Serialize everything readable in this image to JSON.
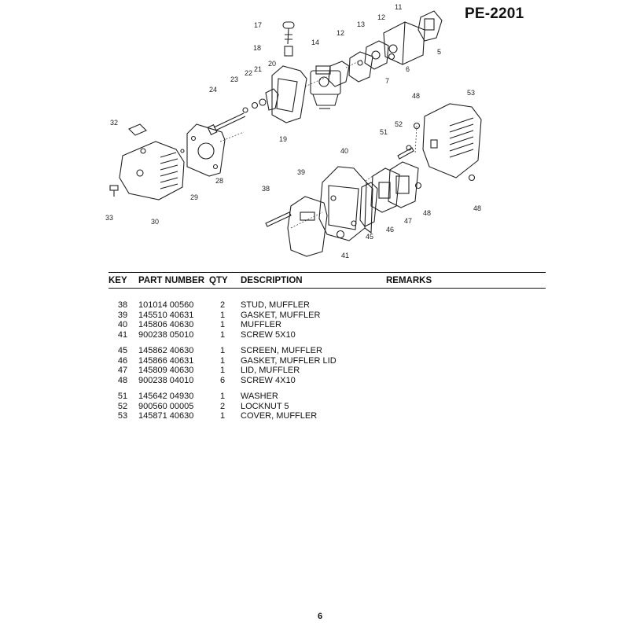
{
  "header": {
    "model": "PE-2201"
  },
  "diagram": {
    "callouts": [
      "11",
      "5",
      "12",
      "13",
      "12",
      "17",
      "14",
      "18",
      "20",
      "6",
      "7",
      "23",
      "22",
      "21",
      "24",
      "48",
      "53",
      "32",
      "19",
      "52",
      "51",
      "40",
      "39",
      "28",
      "29",
      "38",
      "48",
      "48",
      "47",
      "46",
      "45",
      "41",
      "33",
      "30"
    ]
  },
  "table": {
    "columns": {
      "key": "KEY",
      "part": "PART NUMBER",
      "qty": "QTY",
      "desc": "DESCRIPTION",
      "remarks": "REMARKS"
    },
    "groups": [
      [
        {
          "key": "38",
          "part": "101014 00560",
          "qty": "2",
          "desc": "STUD, MUFFLER"
        },
        {
          "key": "39",
          "part": "145510 40631",
          "qty": "1",
          "desc": "GASKET, MUFFLER"
        },
        {
          "key": "40",
          "part": "145806 40630",
          "qty": "1",
          "desc": "MUFFLER"
        },
        {
          "key": "41",
          "part": "900238 05010",
          "qty": "1",
          "desc": "SCREW  5X10"
        }
      ],
      [
        {
          "key": "45",
          "part": "145862 40630",
          "qty": "1",
          "desc": "SCREEN, MUFFLER"
        },
        {
          "key": "46",
          "part": "145866 40631",
          "qty": "1",
          "desc": "GASKET, MUFFLER LID"
        },
        {
          "key": "47",
          "part": "145809 40630",
          "qty": "1",
          "desc": "LID, MUFFLER"
        },
        {
          "key": "48",
          "part": "900238 04010",
          "qty": "6",
          "desc": "SCREW  4X10"
        }
      ],
      [
        {
          "key": "51",
          "part": "145642 04930",
          "qty": "1",
          "desc": "WASHER"
        },
        {
          "key": "52",
          "part": "900560 00005",
          "qty": "2",
          "desc": "LOCKNUT 5"
        },
        {
          "key": "53",
          "part": "145871 40630",
          "qty": "1",
          "desc": "COVER, MUFFLER"
        }
      ]
    ]
  },
  "footer": {
    "page_number": "6"
  }
}
